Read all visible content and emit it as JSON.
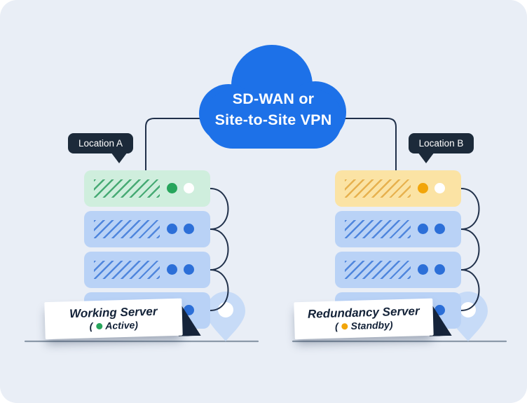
{
  "cloud": {
    "line1": "SD-WAN or",
    "line2": "Site-to-Site VPN",
    "fill": "#1d71e8",
    "text_color": "#ffffff"
  },
  "badges": {
    "a": "Location A",
    "b": "Location B",
    "bg": "#1c2a3a"
  },
  "stacks": {
    "left": {
      "banner_title": "Working Server",
      "status": {
        "open": "(",
        "label": "Active",
        "close": ")"
      },
      "status_color": "#27a55c",
      "top_unit_color": "#cfeedd",
      "top_hatch_color": "#47aa74",
      "top_led_color": "#27a55c"
    },
    "right": {
      "banner_title": "Redundancy Server",
      "status": {
        "open": "(",
        "label": "Standby",
        "close": ")"
      },
      "status_color": "#f2a50a",
      "top_unit_color": "#fbe3a4",
      "top_hatch_color": "#e7b14e",
      "top_led_color": "#f2a50a"
    }
  },
  "palette": {
    "background": "#e9eef6",
    "server_fill": "#b9d2f6",
    "server_hatch": "#4f86dd",
    "led_blue": "#2c6fd8",
    "connector_line": "#20304a",
    "baseline": "#8b99a9",
    "pin": "#c7dbf7",
    "banner_fold": "#16243a"
  }
}
